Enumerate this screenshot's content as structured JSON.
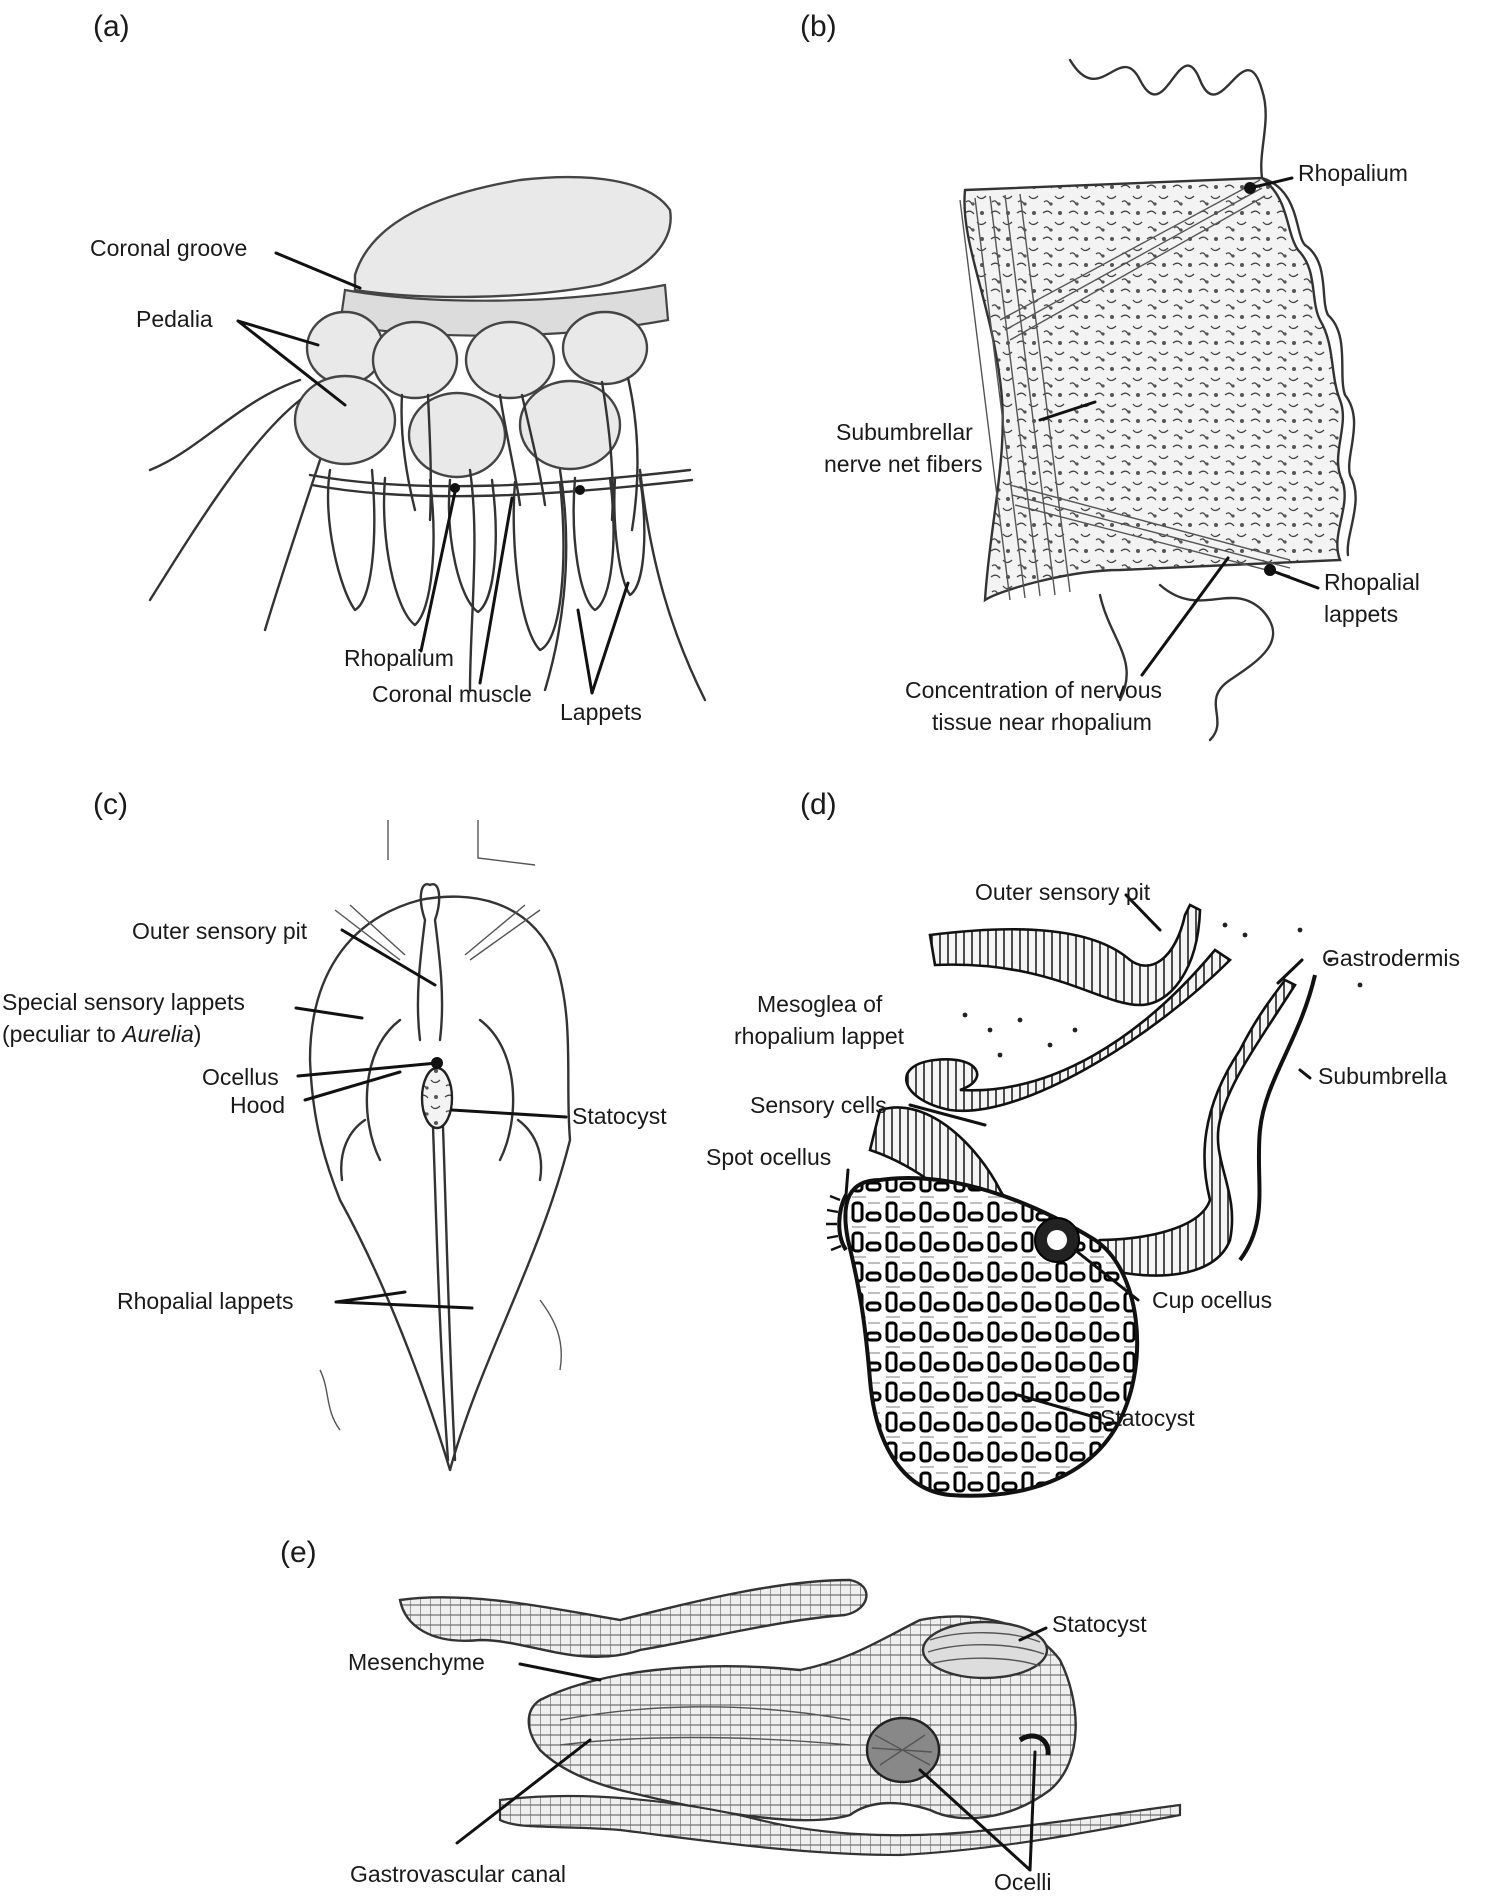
{
  "panels": {
    "a": {
      "label": "(a)",
      "labels": {
        "coronal_groove": "Coronal groove",
        "pedalia": "Pedalia",
        "rhopalium": "Rhopalium",
        "coronal_muscle": "Coronal muscle",
        "lappets": "Lappets"
      }
    },
    "b": {
      "label": "(b)",
      "labels": {
        "rhopalium": "Rhopalium",
        "subumbrellar_1": "Subumbrellar",
        "subumbrellar_2": "nerve net fibers",
        "rhopalial_lappets_1": "Rhopalial",
        "rhopalial_lappets_2": "lappets",
        "concentration_1": "Concentration of nervous",
        "concentration_2": "tissue near rhopalium"
      }
    },
    "c": {
      "label": "(c)",
      "labels": {
        "outer_sensory_pit": "Outer sensory pit",
        "special_sensory_1": "Special sensory lappets",
        "special_sensory_2a": "(peculiar to ",
        "special_sensory_2b": "Aurelia",
        "special_sensory_2c": ")",
        "ocellus": "Ocellus",
        "hood": "Hood",
        "statocyst": "Statocyst",
        "rhopalial_lappets": "Rhopalial lappets"
      }
    },
    "d": {
      "label": "(d)",
      "labels": {
        "outer_sensory_pit": "Outer sensory pit",
        "gastrodermis": "Gastrodermis",
        "mesoglea_1": "Mesoglea of",
        "mesoglea_2": "rhopalium lappet",
        "subumbrella": "Subumbrella",
        "sensory_cells": "Sensory cells",
        "spot_ocellus": "Spot ocellus",
        "cup_ocellus": "Cup ocellus",
        "statocyst": "Statocyst"
      }
    },
    "e": {
      "label": "(e)",
      "labels": {
        "statocyst": "Statocyst",
        "mesenchyme": "Mesenchyme",
        "gastrovascular_canal": "Gastrovascular canal",
        "ocelli": "Ocelli"
      }
    }
  }
}
